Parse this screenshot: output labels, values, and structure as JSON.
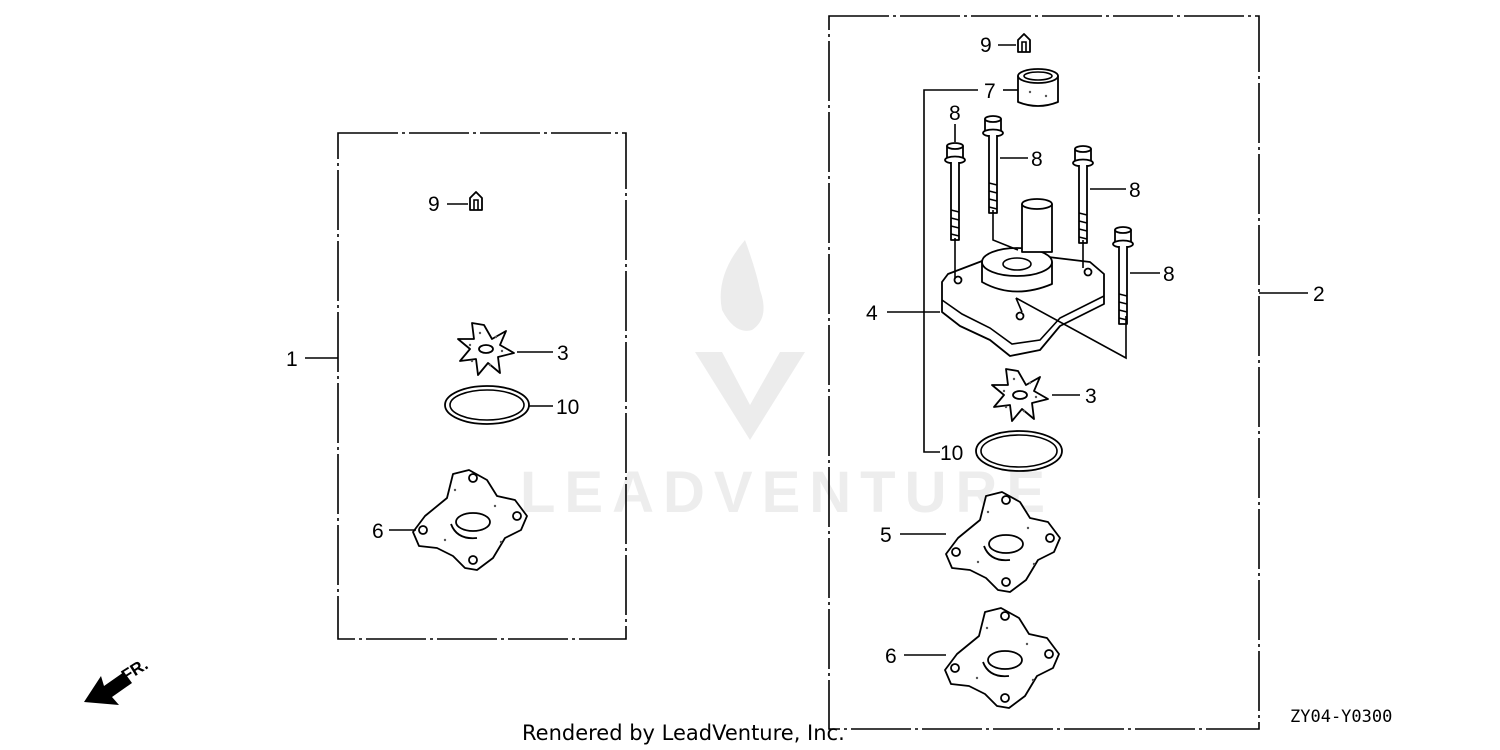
{
  "watermark": {
    "text": "LEADVENTURE"
  },
  "credit": {
    "text": "Rendered by LeadVenture, Inc."
  },
  "diagram_code": "ZY04-Y0300",
  "direction_label": "FR.",
  "callouts": {
    "left_kit": "1",
    "right_kit": "2",
    "impeller_left": "3",
    "impeller_right": "3",
    "housing": "4",
    "plate": "5",
    "gasket_left": "6",
    "gasket_right": "6",
    "sleeve": "7",
    "bolt_top": "8",
    "bolt_center": "8",
    "bolt_right1": "8",
    "bolt_right2": "8",
    "key_left": "9",
    "key_right": "9",
    "oring_left": "10",
    "oring_right": "10"
  }
}
